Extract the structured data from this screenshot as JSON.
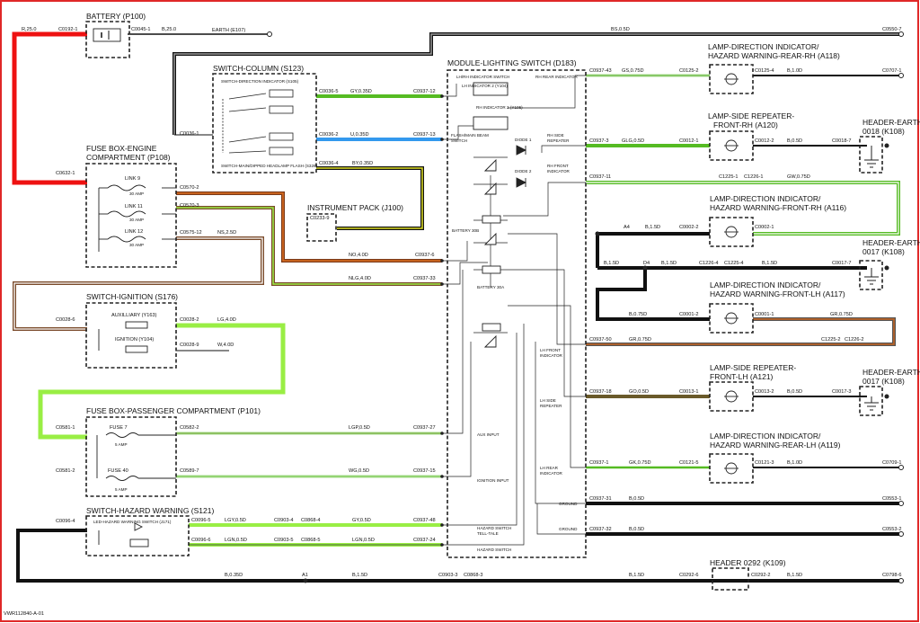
{
  "colors": {
    "red": "#ee1111",
    "black": "#111111",
    "brown": "#7a4a2a",
    "green": "#55bb22",
    "green_light": "#99ee44",
    "blue": "#3399ee",
    "yellow": "#dddd22",
    "orange_brown": "#c8641e",
    "grey": "#888888"
  },
  "footer_code": "VWR112840-A-01",
  "components": {
    "battery": "BATTERY (P100)",
    "earth_e107": "EARTH (E107)",
    "switch_column": "SWITCH-COLUMN (S123)",
    "switch_column_sub1": "SWITCH-DIRECTION INDICATOR (S105)",
    "switch_column_sub2": "SWITCH-MAIN/DIPPED HEADLAMP FLASH (S326)",
    "fuse_box_engine_1": "FUSE BOX-ENGINE",
    "fuse_box_engine_2": "COMPARTMENT (P108)",
    "link9": "LINK 9",
    "link9_amp": "30 AMP",
    "link11": "LINK 11",
    "link11_amp": "30 AMP",
    "link12": "LINK 12",
    "link12_amp": "30 AMP",
    "instrument_pack": "INSTRUMENT PACK (J100)",
    "switch_ignition": "SWITCH-IGNITION (S176)",
    "auxiliary": "AUXILLIARY (Y163)",
    "ignition": "IGNITION (Y104)",
    "fuse_box_passenger": "FUSE BOX-PASSENGER COMPARTMENT (P101)",
    "fuse7": "FUSE 7",
    "fuse7_amp": "5 AMP",
    "fuse40": "FUSE 40",
    "fuse40_amp": "5 AMP",
    "switch_hazard": "SWITCH-HAZARD WARNING (S121)",
    "led_hazard": "LED-HAZARD WARNING SWITCH (J171)",
    "module_lighting": "MODULE-LIGHTING SWITCH (D183)",
    "lh_rh_indicator": "LH/RH INDICATOR SWITCH",
    "rh_rear_indicator": "RH REAR INDICATOR",
    "lh_indicator2": "LH INDICATOR 2 (Y104)",
    "rh_indicator2": "RH INDICATOR 2 (Y105)",
    "flash_main_beam_1": "FLASH/MAIN BEAM",
    "flash_main_beam_2": "SWITCH",
    "diode1": "DIODE 1",
    "diode2": "DIODE 2",
    "rh_side_rep_1": "RH SIDE",
    "rh_side_rep_2": "REPEATER",
    "rh_front_ind_1": "RH FRONT",
    "rh_front_ind_2": "INDICATOR",
    "battery30b": "BATTERY 30B",
    "battery30a": "BATTERY 30A",
    "lh_front_ind_1": "LH FRONT",
    "lh_front_ind_2": "INDICATOR",
    "lh_side_rep_1": "LH SIDE",
    "lh_side_rep_2": "REPEATER",
    "aux_input": "AUX INPUT",
    "ignition_input": "IGNITION INPUT",
    "lh_rear_ind_1": "LH REAR",
    "lh_rear_ind_2": "INDICATOR",
    "ground": "GROUND",
    "hazard_telltale_1": "HAZARD SWITCH",
    "hazard_telltale_2": "TELL-TALE",
    "hazard_switch": "HAZARD SWITCH",
    "lamp_a118_1": "LAMP-DIRECTION INDICATOR/",
    "lamp_a118_2": "HAZARD WARNING-REAR-RH (A118)",
    "lamp_a120_1": "LAMP-SIDE REPEATER-",
    "lamp_a120_2": "FRONT-RH (A120)",
    "header_earth_0018_1": "HEADER-EARTH",
    "header_earth_0018_2": "0018 (K108)",
    "lamp_a116_1": "LAMP-DIRECTION INDICATOR/",
    "lamp_a116_2": "HAZARD WARNING-FRONT-RH (A116)",
    "header_earth_0017a_1": "HEADER-EARTH",
    "header_earth_0017a_2": "0017 (K108)",
    "lamp_a117_1": "LAMP-DIRECTION INDICATOR/",
    "lamp_a117_2": "HAZARD WARNING-FRONT-LH (A117)",
    "lamp_a121_1": "LAMP-SIDE REPEATER-",
    "lamp_a121_2": "FRONT-LH (A121)",
    "header_earth_0017b_1": "HEADER-EARTH",
    "header_earth_0017b_2": "0017 (K108)",
    "lamp_a119_1": "LAMP-DIRECTION INDICATOR/",
    "lamp_a119_2": "HAZARD WARNING-REAR-LH (A119)",
    "header_0292": "HEADER 0292 (K109)"
  },
  "labels": {
    "r25": "R,25.0",
    "c0192_1": "C0192-1",
    "c0045_1": "C0045-1",
    "b25": "B,25.0",
    "bs05d": "BS,0.5D",
    "c0550_7": "C0550-7",
    "c0036_5": "C0036-5",
    "gy035d": "GY,0.35D",
    "c0937_12": "C0937-12",
    "c0036_1": "C0036-1",
    "c0036_2": "C0036-2",
    "u035d": "U,0.35D",
    "c0937_13": "C0937-13",
    "c0036_4": "C0036-4",
    "by035d": "BY,0.35D",
    "c0233_9": "C0233-9",
    "c0632_1": "C0632-1",
    "c0570_2": "C0570-2",
    "c0570_3": "C0570-3",
    "c0575_12": "C0575-12",
    "ns25d": "NS,2.5D",
    "no40d": "NO,4.0D",
    "c0937_6": "C0937-6",
    "nlg40d": "NLG,4.0D",
    "c0937_33": "C0937-33",
    "c0028_6": "C0028-6",
    "c0028_2": "C0028-2",
    "lg40d": "LG,4.0D",
    "c0028_9": "C0028-9",
    "w40d": "W,4.0D",
    "c0581_1": "C0581-1",
    "c0582_2": "C0582-2",
    "lgp05d": "LGP,0.5D",
    "c0937_27": "C0937-27",
    "c0581_2": "C0581-2",
    "c0589_7": "C0589-7",
    "wg05d": "WG,0.5D",
    "c0937_15": "C0937-15",
    "c0096_4": "C0096-4",
    "c0096_5": "C0096-5",
    "lgy05d": "LGY,0.5D",
    "c0903_4": "C0903-4",
    "c0868_4": "C0868-4",
    "gy05d": "GY,0.5D",
    "c0937_48": "C0937-48",
    "c0096_6": "C0096-6",
    "lgn05d": "LGN,0.5D",
    "c0903_5": "C0903-5",
    "c0868_5": "C0868-5",
    "lgn05d_b": "LGN,0.5D",
    "c0937_24": "C0937-24",
    "b035d": "B,0.35D",
    "a1": "A1",
    "b15d_a": "B,1.5D",
    "c0903_3": "C0903-3",
    "c0868_3": "C0868-3",
    "c0937_43": "C0937-43",
    "gs075d": "GS,0.75D",
    "c0125_2": "C0125-2",
    "c0125_4": "C0125-4",
    "b10d_a": "B,1.0D",
    "c0707_1": "C0707-1",
    "c0937_3": "C0937-3",
    "glg05d": "GLG,0.5D",
    "c0012_1": "C0012-1",
    "c0012_2": "C0012-2",
    "b05d_a": "B,0.5D",
    "c0018_7": "C0018-7",
    "c0937_11": "C0937-11",
    "c1225_1": "C1225-1",
    "c1226_1": "C1226-1",
    "gw075d": "GW,0.75D",
    "a4": "A4",
    "b15d_b": "B,1.5D",
    "c0002_2": "C0002-2",
    "c0002_1": "C0002-1",
    "b15d_c": "B,1.5D",
    "d4": "D4",
    "b15d_d": "B,1.5D",
    "c1226_4": "C1226-4",
    "c1225_4": "C1225-4",
    "b15d_e": "B,1.5D",
    "c0017_7": "C0017-7",
    "b075d": "B,0.75D",
    "c0001_2": "C0001-2",
    "c0001_1": "C0001-1",
    "gr075d_a": "GR,0.75D",
    "c0937_50": "C0937-50",
    "gr075d_b": "GR,0.75D",
    "c1225_2": "C1225-2",
    "c1226_2": "C1226-2",
    "c0937_18": "C0937-18",
    "go05d": "GO,0.5D",
    "c0013_1": "C0013-1",
    "c0013_2": "C0013-2",
    "b05d_b": "B,0.5D",
    "c0017_3": "C0017-3",
    "c0937_1": "C0937-1",
    "gk075d": "GK,0.75D",
    "c0121_5": "C0121-5",
    "c0121_3": "C0121-3",
    "b10d_b": "B,1.0D",
    "c0709_1": "C0709-1",
    "c0937_31": "C0937-31",
    "b05d_c": "B,0.5D",
    "c0553_1": "C0553-1",
    "c0937_32": "C0937-32",
    "b05d_d": "B,0.5D",
    "c0553_2": "C0553-2",
    "b15d_f": "B,1.5D",
    "c0292_6": "C0292-6",
    "c0292_2": "C0292-2",
    "b15d_g": "B,1.5D",
    "c0798_6": "C0798-6"
  }
}
